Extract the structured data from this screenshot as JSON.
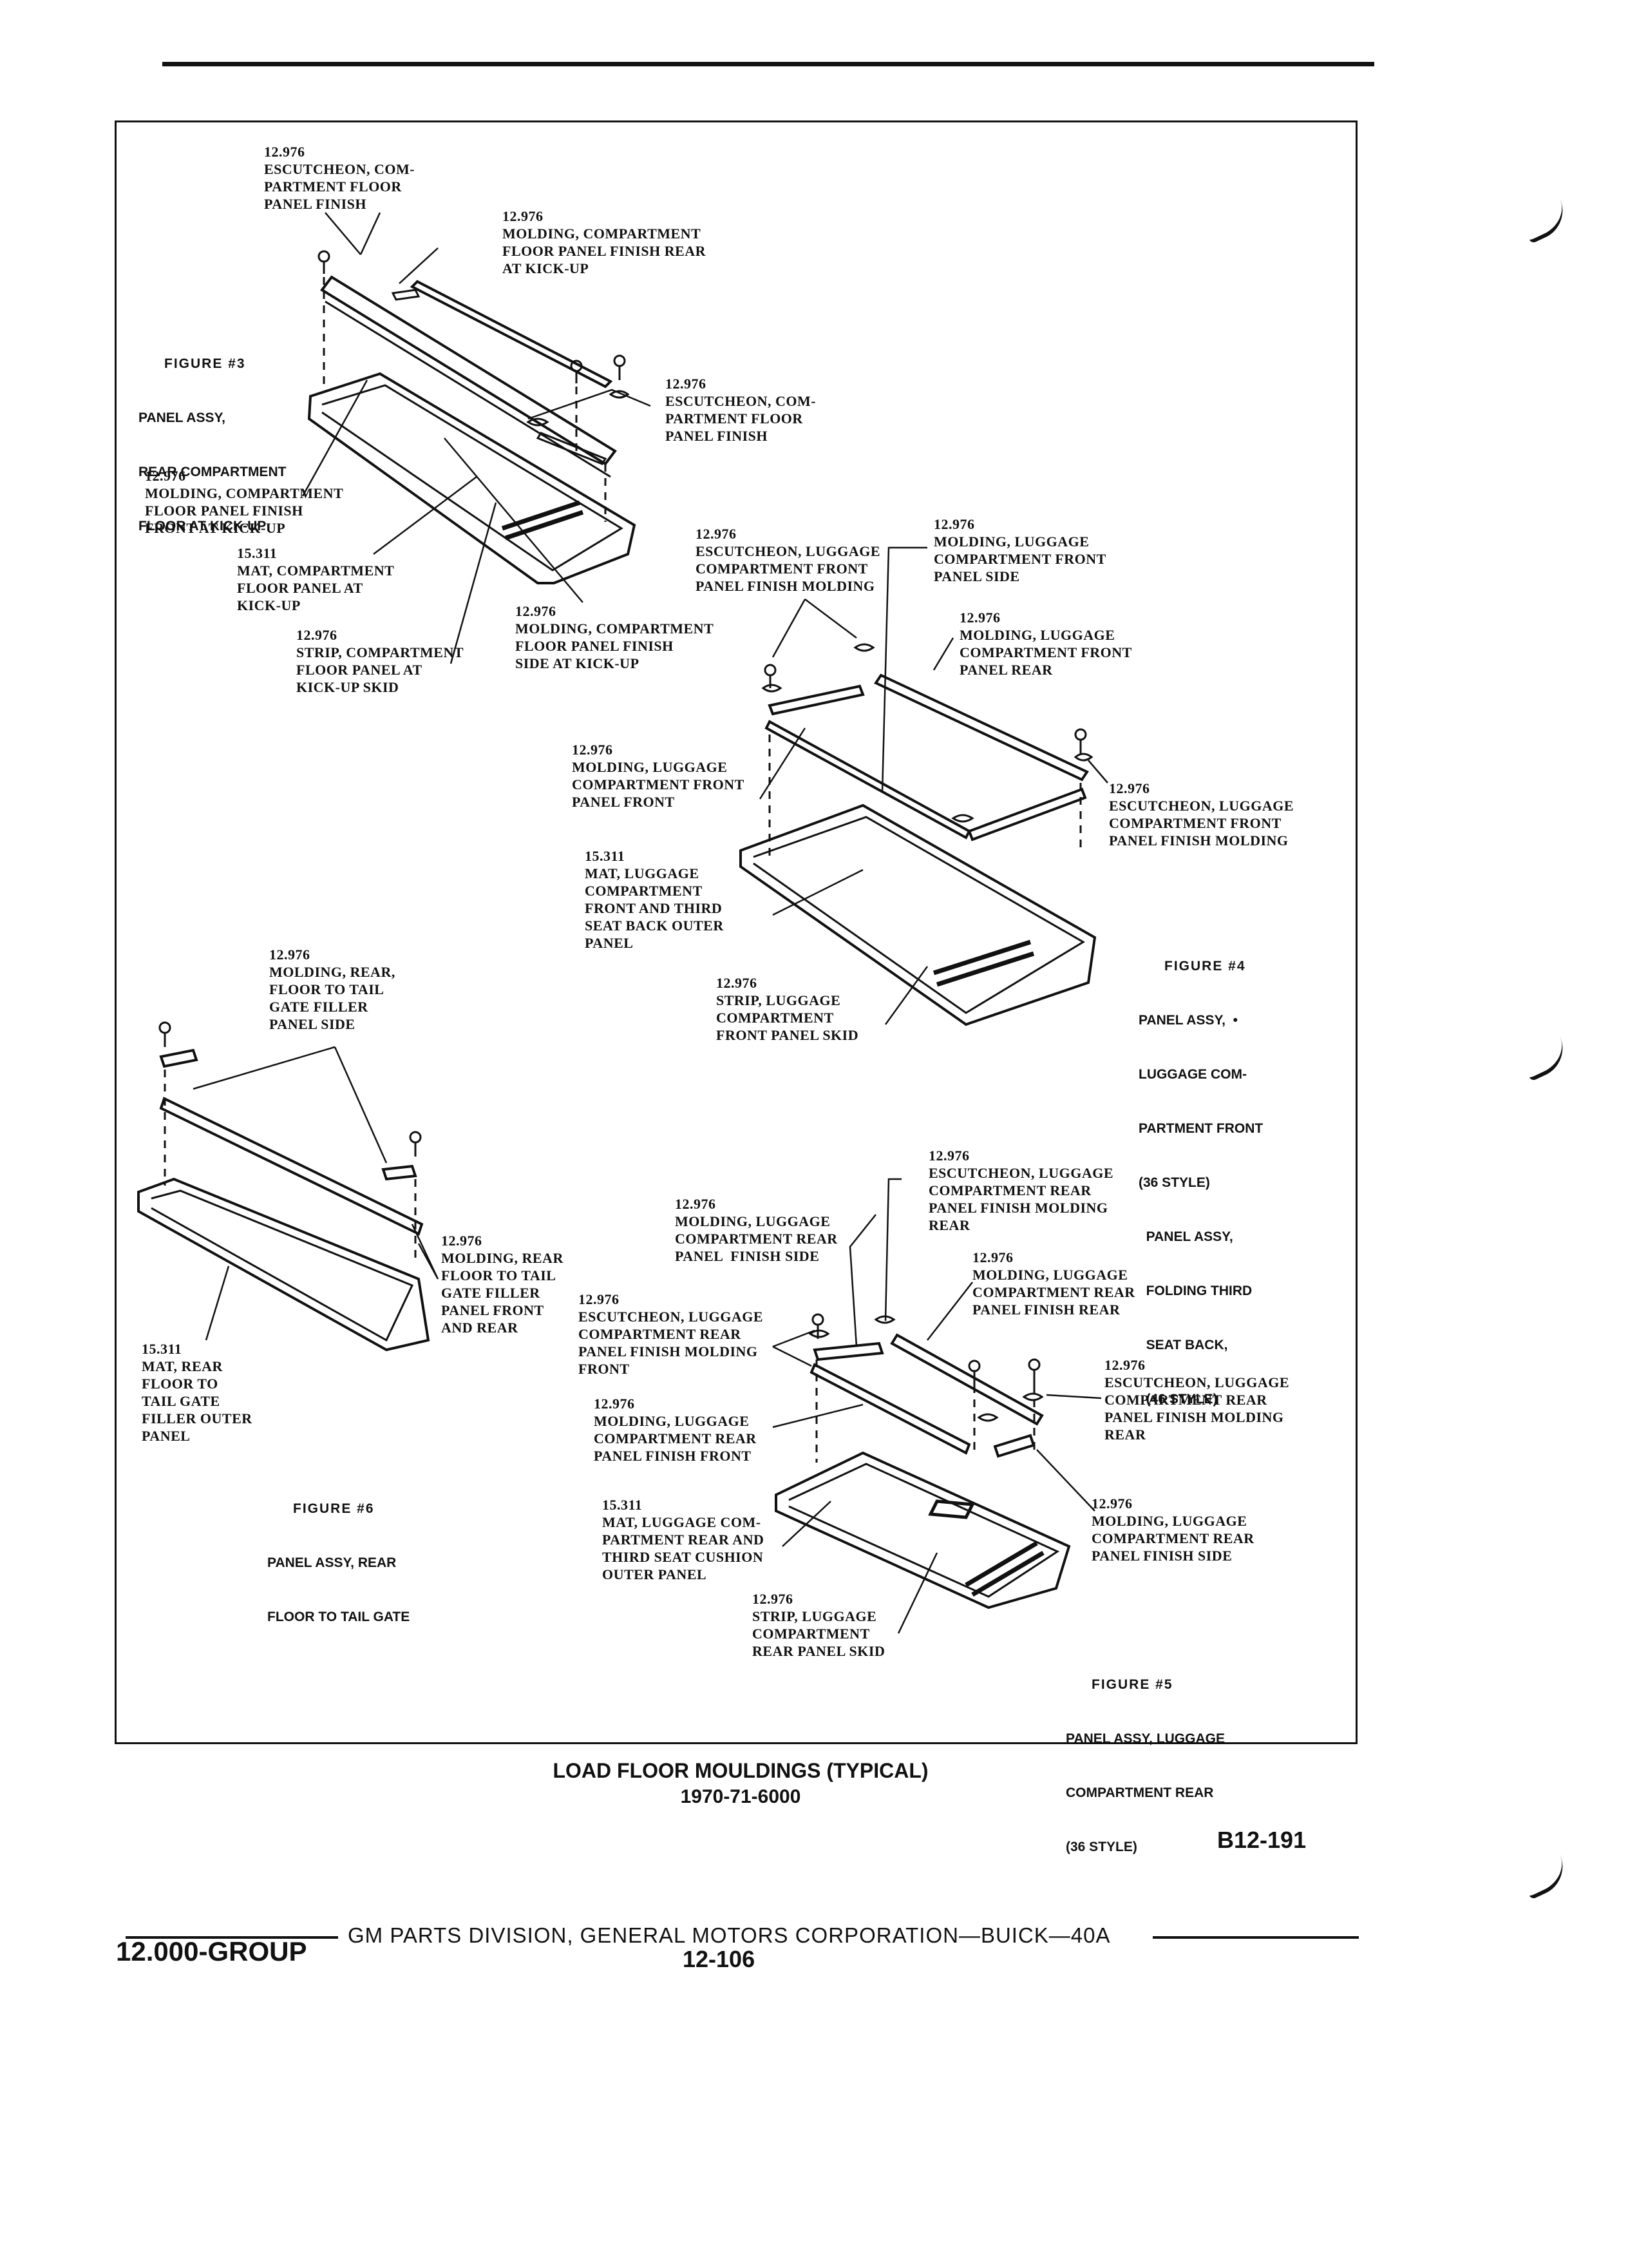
{
  "labels": {
    "esc_cpf_1": [
      "12.976",
      "ESCUTCHEON, COM-",
      "PARTMENT FLOOR",
      "PANEL FINISH"
    ],
    "mold_cpf_rear": [
      "12.976",
      "MOLDING, COMPARTMENT",
      "FLOOR PANEL FINISH REAR",
      "AT KICK-UP"
    ],
    "esc_cpf_2": [
      "12.976",
      "ESCUTCHEON, COM-",
      "PARTMENT FLOOR",
      "PANEL FINISH"
    ],
    "mold_cpf_front": [
      "12.976",
      "MOLDING, COMPARTMENT",
      "FLOOR PANEL FINISH",
      "FRONT AT KICK-UP"
    ],
    "mat_cpf": [
      "15.311",
      "MAT, COMPARTMENT",
      "FLOOR PANEL AT",
      "KICK-UP"
    ],
    "strip_cpf": [
      "12.976",
      "STRIP, COMPARTMENT",
      "FLOOR PANEL AT",
      "KICK-UP SKID"
    ],
    "mold_cpf_side": [
      "12.976",
      "MOLDING, COMPARTMENT",
      "FLOOR PANEL FINISH",
      "SIDE AT KICK-UP"
    ],
    "esc_lcf_1": [
      "12.976",
      "ESCUTCHEON, LUGGAGE",
      "COMPARTMENT FRONT",
      "PANEL FINISH MOLDING"
    ],
    "mold_lcf_side": [
      "12.976",
      "MOLDING, LUGGAGE",
      "COMPARTMENT FRONT",
      "PANEL SIDE"
    ],
    "mold_lcf_rear": [
      "12.976",
      "MOLDING, LUGGAGE",
      "COMPARTMENT FRONT",
      "PANEL REAR"
    ],
    "mold_lcf_front": [
      "12.976",
      "MOLDING, LUGGAGE",
      "COMPARTMENT FRONT",
      "PANEL FRONT"
    ],
    "esc_lcf_2": [
      "12.976",
      "ESCUTCHEON, LUGGAGE",
      "COMPARTMENT FRONT",
      "PANEL FINISH MOLDING"
    ],
    "mat_lcf": [
      "15.311",
      "MAT, LUGGAGE",
      "COMPARTMENT",
      "FRONT AND THIRD",
      "SEAT BACK OUTER",
      "PANEL"
    ],
    "strip_lcf": [
      "12.976",
      "STRIP, LUGGAGE",
      "COMPARTMENT",
      "FRONT PANEL SKID"
    ],
    "mold_rf_side": [
      "12.976",
      "MOLDING, REAR,",
      "FLOOR TO TAIL",
      "GATE FILLER",
      "PANEL SIDE"
    ],
    "mold_rf_front": [
      "12.976",
      "MOLDING, REAR",
      "FLOOR TO TAIL",
      "GATE FILLER",
      "PANEL FRONT",
      "AND REAR"
    ],
    "mat_rf": [
      "15.311",
      "MAT, REAR",
      "FLOOR TO",
      "TAIL GATE",
      "FILLER OUTER",
      "PANEL"
    ],
    "esc_lcr_1": [
      "12.976",
      "ESCUTCHEON, LUGGAGE",
      "COMPARTMENT REAR",
      "PANEL FINISH MOLDING",
      "REAR"
    ],
    "mold_lcr_side_top": [
      "12.976",
      "MOLDING, LUGGAGE",
      "COMPARTMENT REAR",
      "PANEL  FINISH SIDE"
    ],
    "mold_lcr_rear": [
      "12.976",
      "MOLDING, LUGGAGE",
      "COMPARTMENT REAR",
      "PANEL FINISH REAR"
    ],
    "esc_lcr_front": [
      "12.976",
      "ESCUTCHEON, LUGGAGE",
      "COMPARTMENT REAR",
      "PANEL FINISH MOLDING",
      "FRONT"
    ],
    "esc_lcr_2": [
      "12.976",
      "ESCUTCHEON, LUGGAGE",
      "COMPARTMENT REAR",
      "PANEL FINISH MOLDING",
      "REAR"
    ],
    "mold_lcr_front": [
      "12.976",
      "MOLDING, LUGGAGE",
      "COMPARTMENT REAR",
      "PANEL FINISH FRONT"
    ],
    "mat_lcr": [
      "15.311",
      "MAT, LUGGAGE COM-",
      "PARTMENT REAR AND",
      "THIRD SEAT CUSHION",
      "OUTER PANEL"
    ],
    "mold_lcr_side": [
      "12.976",
      "MOLDING, LUGGAGE",
      "COMPARTMENT REAR",
      "PANEL FINISH SIDE"
    ],
    "strip_lcr": [
      "12.976",
      "STRIP, LUGGAGE",
      "COMPARTMENT",
      "REAR PANEL SKID"
    ]
  },
  "figures": {
    "fig3": {
      "title": "FIGURE #3",
      "lines": [
        "PANEL ASSY,",
        "REAR COMPARTMENT",
        "FLOOR AT KICK-UP"
      ]
    },
    "fig4": {
      "title": "FIGURE #4",
      "lines": [
        "PANEL ASSY,  •",
        "LUGGAGE COM-",
        "PARTMENT FRONT",
        "(36 STYLE)",
        "  PANEL ASSY,",
        "  FOLDING THIRD",
        "  SEAT BACK,",
        "  (46 STYLE)"
      ]
    },
    "fig6": {
      "title": "FIGURE #6",
      "lines": [
        "PANEL ASSY, REAR",
        "FLOOR TO TAIL GATE"
      ]
    },
    "fig5": {
      "title": "FIGURE #5",
      "lines": [
        "PANEL ASSY, LUGGAGE",
        "COMPARTMENT REAR",
        "(36 STYLE)"
      ]
    }
  },
  "caption": {
    "title": "LOAD FLOOR MOULDINGS (TYPICAL)",
    "code": "1970-71-6000"
  },
  "ref_number": "B12-191",
  "footer": {
    "group": "12.000-GROUP",
    "line": "GM PARTS DIVISION,  GENERAL MOTORS CORPORATION—BUICK—40A",
    "page": "12-106"
  }
}
